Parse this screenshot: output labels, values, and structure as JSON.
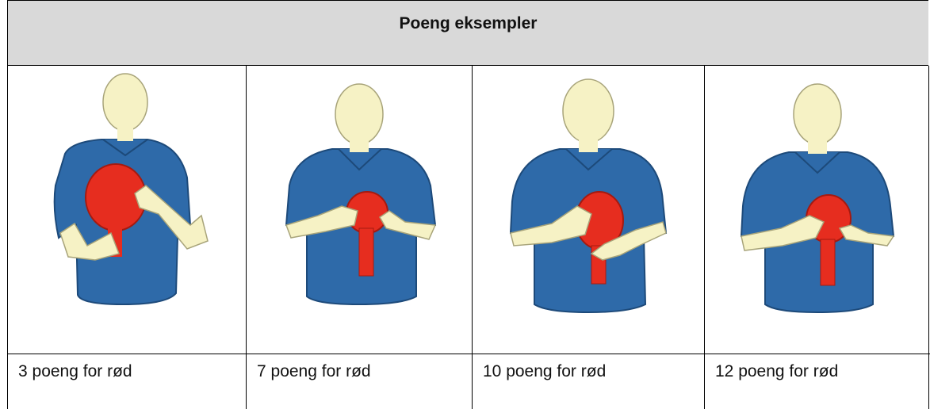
{
  "table": {
    "header": "Poeng eksempler",
    "columns": [
      {
        "image": "umpire-3-points-figure",
        "caption": "3 poeng for rød"
      },
      {
        "image": "umpire-7-points-figure",
        "caption": "7 poeng for rød"
      },
      {
        "image": "umpire-10-points-figure",
        "caption": "10 poeng for rød"
      },
      {
        "image": "umpire-12-points-figure",
        "caption": "12 poeng for rød"
      }
    ]
  },
  "colors": {
    "header_bg": "#d9d9d9",
    "skin": "#f6f2c5",
    "shirt": "#2e6aa9",
    "paddle": "#e62d1f",
    "border": "#000000"
  }
}
